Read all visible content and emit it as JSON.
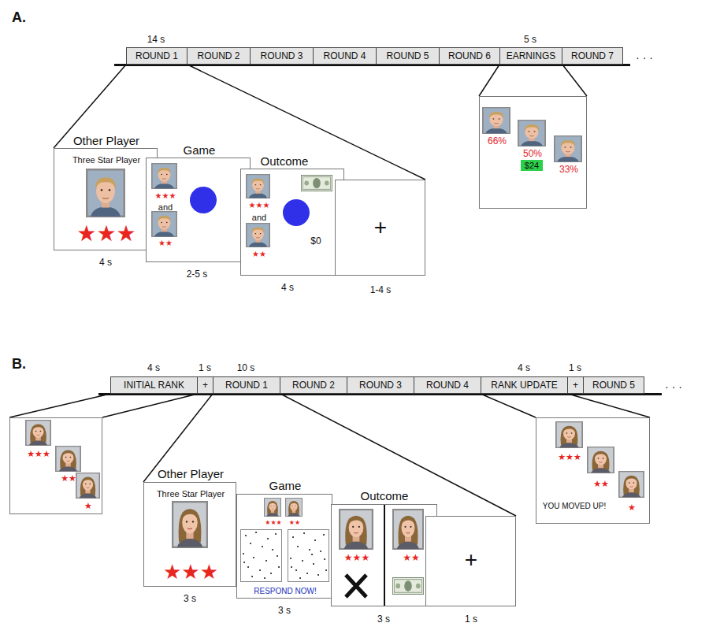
{
  "diagram": {
    "nodes": [
      {
        "text": [
          "ROUND 1"
        ]
      },
      {
        "text": [
          "ROUND 2"
        ]
      },
      {
        "text": [
          "ROUND 3"
        ]
      },
      {
        "text": [
          "ROUND 4"
        ]
      },
      {
        "text": [
          "ROUND 5"
        ]
      },
      {
        "text": [
          "ROUND 6"
        ]
      },
      {
        "text": [
          "EARNINGS"
        ]
      },
      {
        "text": [
          "ROUND 7"
        ]
      },
      {
        "text": [
          "Other Player",
          "Three Star Player",
          "★★★"
        ]
      },
      {
        "text": [
          "Game",
          "★★★",
          "and",
          "★★"
        ]
      },
      {
        "text": [
          "Outcome",
          "★★★",
          "and",
          "★★",
          "$0"
        ]
      },
      {
        "text": [
          "+"
        ]
      },
      {
        "text": [
          "66%",
          "50%",
          "33%"
        ]
      },
      {
        "text": [
          "$24"
        ],
        "in": 12
      },
      {
        "text": [
          "INITIAL RANK"
        ]
      },
      {
        "text": [
          "+"
        ]
      },
      {
        "text": [
          "ROUND 1"
        ]
      },
      {
        "text": [
          "ROUND 2"
        ]
      },
      {
        "text": [
          "ROUND 3"
        ]
      },
      {
        "text": [
          "ROUND 4"
        ]
      },
      {
        "text": [
          "RANK UPDATE"
        ]
      },
      {
        "text": [
          "+"
        ]
      },
      {
        "text": [
          "ROUND 5"
        ]
      },
      {
        "text": [
          "★★★",
          "★★",
          "★"
        ]
      },
      {
        "text": [
          "Other Player",
          "Three Star Player",
          "★★★"
        ]
      },
      {
        "text": [
          "Game",
          "★★★",
          "★★",
          "RESPOND NOW!"
        ]
      },
      {
        "text": [
          "Outcome",
          "★★★",
          "★★"
        ]
      },
      {
        "text": [
          "+"
        ]
      },
      {
        "text": [
          "★★★",
          "★★",
          "YOU MOVED UP!",
          "★"
        ]
      }
    ],
    "edges": [
      {
        "from": 0,
        "to": 8,
        "arrow": "none"
      },
      {
        "from": 0,
        "to": 11,
        "arrow": "none"
      },
      {
        "from": 6,
        "to": 12,
        "arrow": "none"
      },
      {
        "from": 6,
        "to": 12,
        "arrow": "none"
      },
      {
        "from": 14,
        "to": 23,
        "arrow": "none"
      },
      {
        "from": 14,
        "to": 23,
        "arrow": "none"
      },
      {
        "from": 16,
        "to": 24,
        "arrow": "none"
      },
      {
        "from": 16,
        "to": 27,
        "arrow": "none"
      },
      {
        "from": 20,
        "to": 28,
        "arrow": "none"
      },
      {
        "from": 20,
        "to": 28,
        "arrow": "none"
      }
    ],
    "labels": [
      "A.",
      "14 s",
      "5 s",
      "· · ·",
      "4 s",
      "2-5 s",
      "4 s",
      "1-4 s",
      "B.",
      "4 s",
      "1 s",
      "10 s",
      "4 s",
      "1 s",
      "· · ·",
      "3 s",
      "3 s",
      "3 s",
      "1 s"
    ]
  }
}
